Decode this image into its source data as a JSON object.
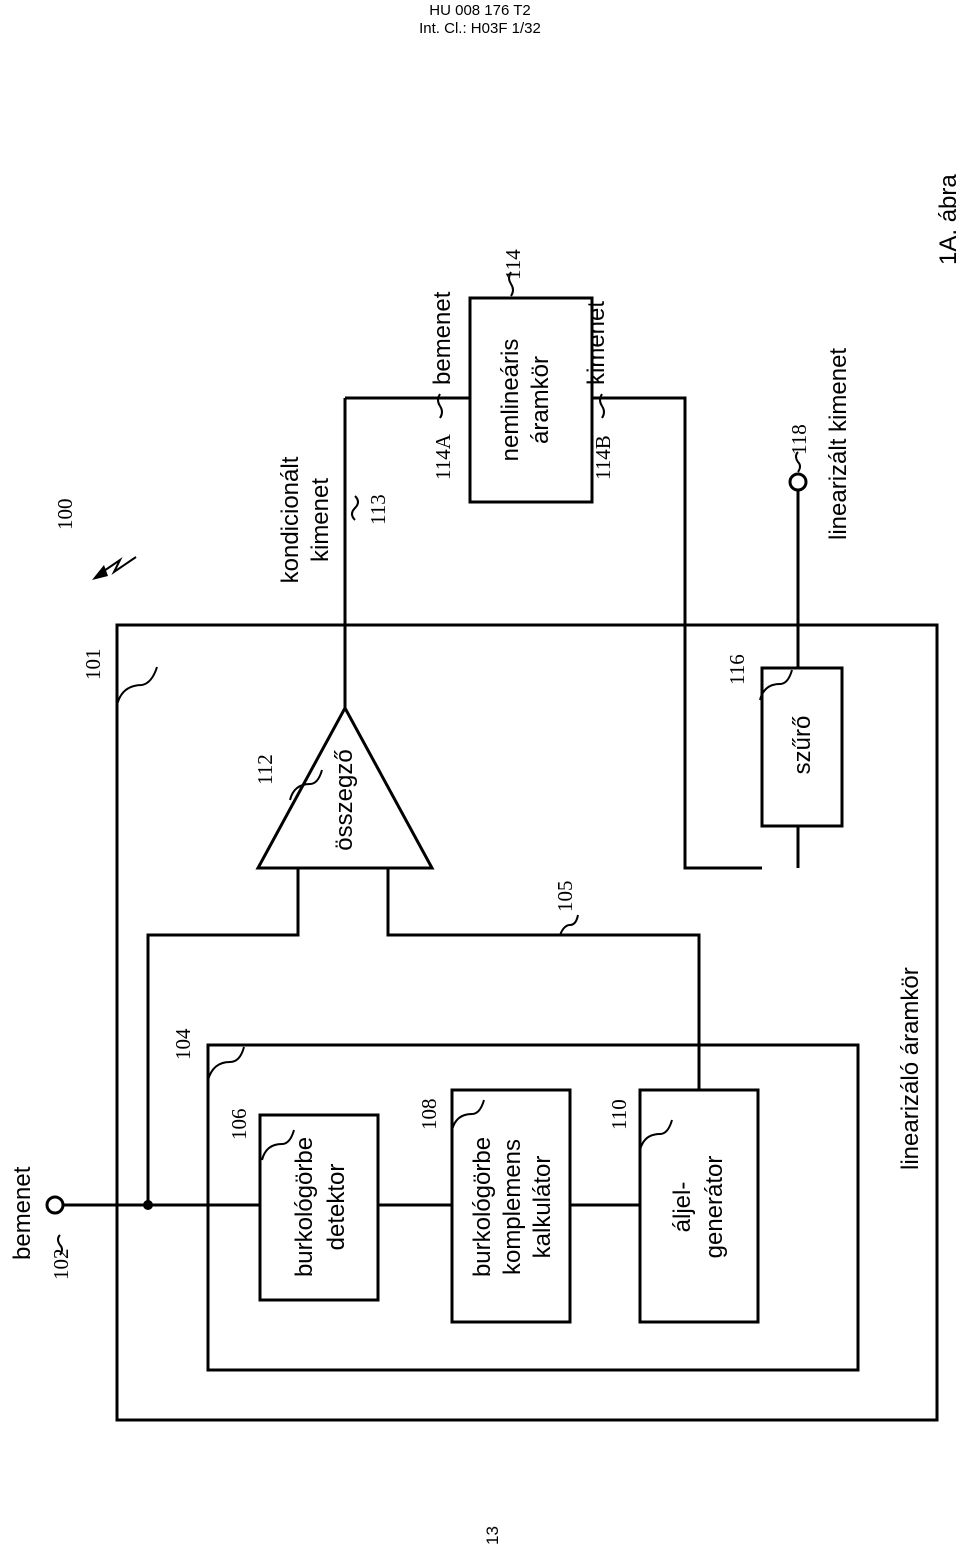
{
  "header": {
    "line1": "HU 008 176 T2",
    "line2": "Int. Cl.: H03F 1/32"
  },
  "figure": {
    "caption": "1A. ábra",
    "input_label": "bemenet",
    "ref_input": "102",
    "ref_main_box": "101",
    "ref_inner_box": "104",
    "ref_system": "100",
    "main_box_label": "linearizáló áramkör",
    "blocks": {
      "detector": {
        "ref": "106",
        "line1": "burkológörbe",
        "line2": "detektor"
      },
      "calculator": {
        "ref": "108",
        "line1": "burkológörbe",
        "line2": "komplemens",
        "line3": "kalkulátor"
      },
      "generator": {
        "ref": "110",
        "line1": "áljel-",
        "line2": "generátor"
      },
      "adder": {
        "ref": "112",
        "label": "összegző"
      },
      "filter": {
        "ref": "116",
        "label": "szűrő"
      },
      "nonlinear": {
        "ref": "114",
        "line1": "nemlineáris",
        "line2": "áramkör"
      }
    },
    "ref_signal_105": "105",
    "conditioned_output": {
      "ref": "113",
      "line1": "kondicionált",
      "line2": "kimenet"
    },
    "nonlinear_input": {
      "ref": "114A",
      "label": "bemenet"
    },
    "nonlinear_output": {
      "ref": "114B",
      "label": "kimenet"
    },
    "linearized_output": {
      "ref": "118",
      "label": "linearizált kimenet"
    }
  },
  "page_number": "13"
}
